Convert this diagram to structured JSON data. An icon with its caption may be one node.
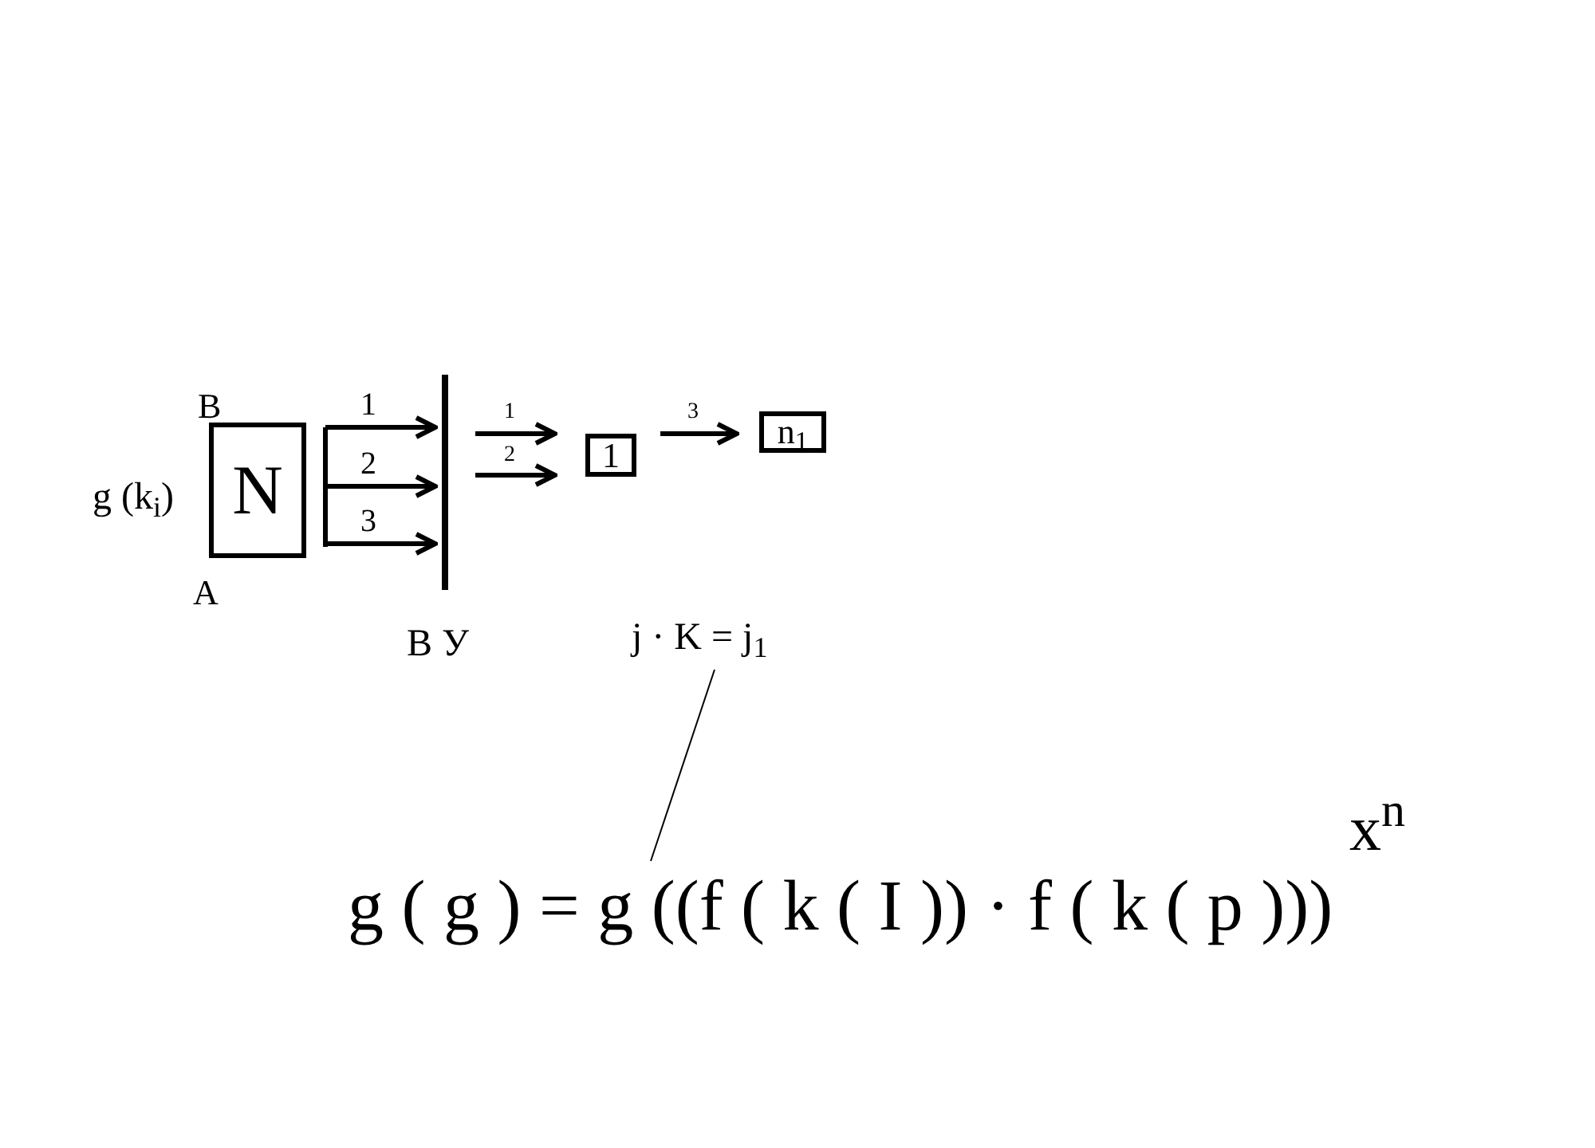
{
  "diagram": {
    "nodes": [
      {
        "text": [
          "N"
        ]
      },
      {
        "text": [],
        "shape": "bar"
      },
      {
        "text": [
          "1"
        ]
      },
      {
        "text": [
          "n$_{1}$"
        ]
      },
      {
        "text": [
          "j · K = j$_{1}$"
        ]
      },
      {
        "text": [
          "g ( g ) = g ((f ( k ( I )) · f ( k ( p )))"
        ]
      }
    ],
    "edges": [
      {
        "from": 0,
        "to": 1,
        "arrow": "to",
        "label": "1"
      },
      {
        "from": 0,
        "to": 1,
        "arrow": "to",
        "label": "2"
      },
      {
        "from": 0,
        "to": 1,
        "arrow": "to",
        "label": "3"
      },
      {
        "from": 1,
        "to": 2,
        "arrow": "to",
        "label": "1"
      },
      {
        "from": 1,
        "to": 2,
        "arrow": "to",
        "label": "2"
      },
      {
        "from": 2,
        "to": 3,
        "arrow": "to",
        "label": "3"
      },
      {
        "from": 4,
        "to": 5,
        "arrow": "none"
      }
    ],
    "labels": [
      "B",
      "g (k$_{i}$)",
      "A",
      "В У",
      "x$^{n}$"
    ]
  }
}
